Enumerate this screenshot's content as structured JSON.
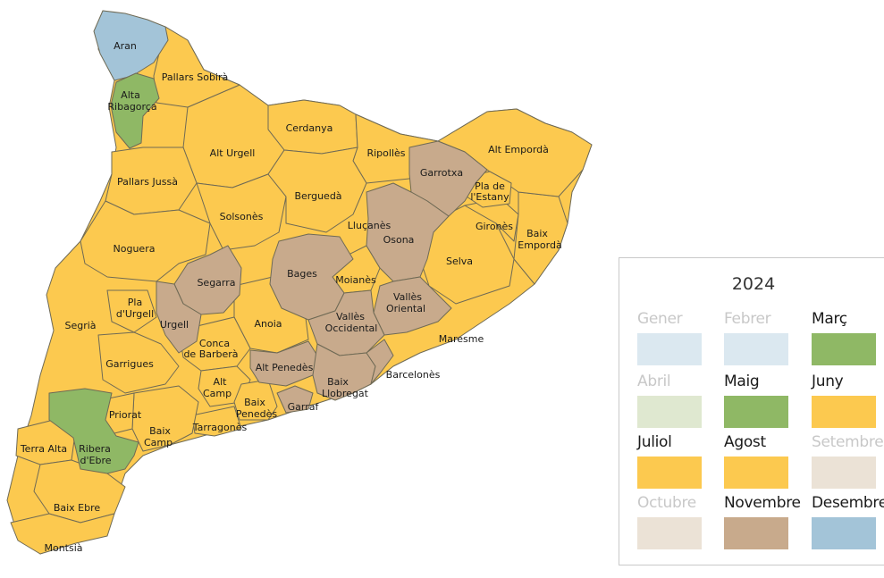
{
  "colors": {
    "yellow": "#fcc94f",
    "brown": "#c8aa8c",
    "green": "#8fb865",
    "blue": "#a3c4d8",
    "stroke": "#6f6a55"
  },
  "map": {
    "labels": {
      "aran": "Aran",
      "pallars_sobira": "Pallars Sobirà",
      "alta_ribagorca_1": "Alta",
      "alta_ribagorca_2": "Ribagorça",
      "cerdanya": "Cerdanya",
      "alt_urgell": "Alt Urgell",
      "ripolles": "Ripollès",
      "alt_emporda": "Alt Empordà",
      "garrotxa": "Garrotxa",
      "pallars_jussa": "Pallars Jussà",
      "bergueda": "Berguedà",
      "pla_estany_1": "Pla de",
      "pla_estany_2": "l'Estany",
      "solsones": "Solsonès",
      "llucanes": "Lluçanès",
      "girones": "Gironès",
      "baix_emporda_1": "Baix",
      "baix_emporda_2": "Empordà",
      "osona": "Osona",
      "noguera": "Noguera",
      "selva": "Selva",
      "segarra": "Segarra",
      "bages": "Bages",
      "moianes": "Moianès",
      "valles_oriental_1": "Vallès",
      "valles_oriental_2": "Oriental",
      "pla_urgell_1": "Pla",
      "pla_urgell_2": "d'Urgell",
      "urgell": "Urgell",
      "anoia": "Anoia",
      "valles_occidental_1": "Vallès",
      "valles_occidental_2": "Occidental",
      "segria": "Segrià",
      "maresme": "Maresme",
      "conca_1": "Conca",
      "conca_2": "de Barberà",
      "garrigues": "Garrigues",
      "alt_penedes": "Alt Penedès",
      "barcelones": "Barcelonès",
      "alt_camp_1": "Alt",
      "alt_camp_2": "Camp",
      "baix_llobregat_1": "Baix",
      "baix_llobregat_2": "Llobregat",
      "baix_penedes_1": "Baix",
      "baix_penedes_2": "Penedès",
      "priorat": "Priorat",
      "garraf": "Garraf",
      "baix_camp_1": "Baix",
      "baix_camp_2": "Camp",
      "tarragones": "Tarragonès",
      "terra_alta": "Terra Alta",
      "ribera_1": "Ribera",
      "ribera_2": "d'Ebre",
      "baix_ebre": "Baix Ebre",
      "montsia": "Montsià"
    }
  },
  "legend": {
    "title": "2024",
    "months": [
      {
        "label": "Gener",
        "color": "#dbe8f0",
        "dim": true
      },
      {
        "label": "Febrer",
        "color": "#dbe8f0",
        "dim": true
      },
      {
        "label": "Març",
        "color": "#8fb865",
        "dim": false
      },
      {
        "label": "Abril",
        "color": "#dfe8d0",
        "dim": true
      },
      {
        "label": "Maig",
        "color": "#8fb865",
        "dim": false
      },
      {
        "label": "Juny",
        "color": "#fcc94f",
        "dim": false
      },
      {
        "label": "Juliol",
        "color": "#fcc94f",
        "dim": false
      },
      {
        "label": "Agost",
        "color": "#fcc94f",
        "dim": false
      },
      {
        "label": "Setembre",
        "color": "#ebe2d6",
        "dim": true
      },
      {
        "label": "Octubre",
        "color": "#ebe2d6",
        "dim": true
      },
      {
        "label": "Novembre",
        "color": "#c8aa8c",
        "dim": false
      },
      {
        "label": "Desembre",
        "color": "#a3c4d8",
        "dim": false
      }
    ]
  }
}
